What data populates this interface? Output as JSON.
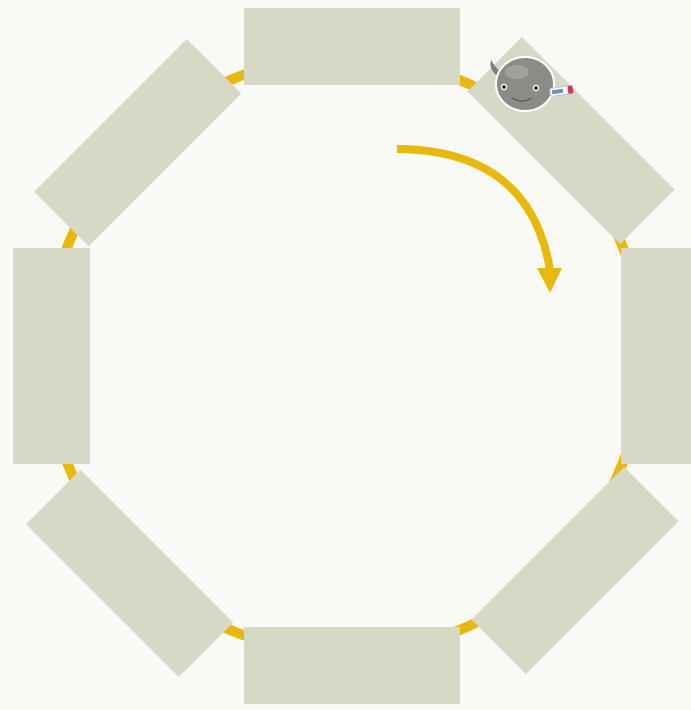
{
  "diagram": {
    "ring_color": "#e9b80c",
    "arrow_color": "#e9b80c",
    "tile_color": "#d8d8c7",
    "background_color": "#f9f9f6",
    "direction": "clockwise",
    "slot_count": 8,
    "slots": [
      {
        "id": "top",
        "label": ""
      },
      {
        "id": "top-right",
        "label": ""
      },
      {
        "id": "right",
        "label": ""
      },
      {
        "id": "bottom-right",
        "label": ""
      },
      {
        "id": "bottom",
        "label": ""
      },
      {
        "id": "bottom-left",
        "label": ""
      },
      {
        "id": "left",
        "label": ""
      },
      {
        "id": "top-left",
        "label": ""
      }
    ],
    "marker": {
      "slot": "top-right",
      "icon": "gray-round-creature-icon",
      "body_color": "#8b8c86",
      "accessory_icon": "small-tube-icon"
    }
  }
}
